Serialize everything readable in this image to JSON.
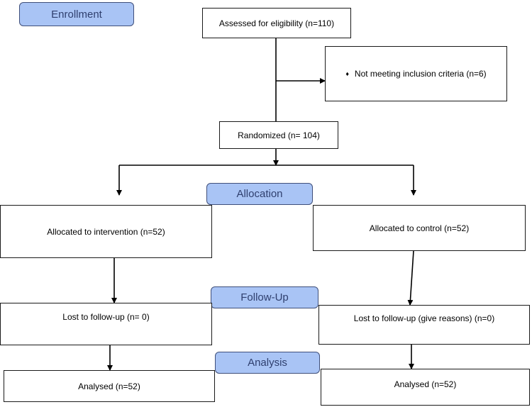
{
  "stages": {
    "enrollment": "Enrollment",
    "allocation": "Allocation",
    "follow_up": "Follow-Up",
    "analysis": "Analysis"
  },
  "boxes": {
    "assessed": "Assessed for eligibility (n=110)",
    "excluded": "Not meeting inclusion criteria (n=6)",
    "excluded_bullet": "♦",
    "randomized": "Randomized (n= 104)",
    "intervention": "Allocated to intervention (n=52)",
    "control": "Allocated to control (n=52)",
    "lost_intervention": "Lost to follow-up (n= 0)",
    "lost_control": "Lost to follow-up (give reasons) (n=0)",
    "analysed_intervention": "Analysed (n=52)",
    "analysed_control": "Analysed (n=52)"
  },
  "colors": {
    "stage_fill": "#a9c4f5",
    "stage_border": "#3f4f7a",
    "stage_text": "#2f3f6e",
    "line": "#000000"
  }
}
